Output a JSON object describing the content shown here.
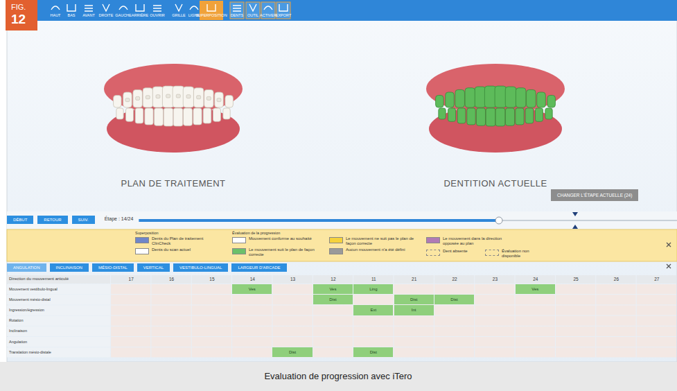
{
  "diagram": {
    "caption": "Evaluation de progression avec iTero",
    "nodes": [
      {
        "text": [
          "CHANGER L'ÉTAPE ACTUELLE (24)"
        ]
      },
      {
        "text": [
          "DÉBUT"
        ]
      },
      {
        "text": [
          "RETOUR"
        ]
      },
      {
        "text": [
          "SUIV."
        ]
      },
      {
        "text": [
          "ANGULATION"
        ]
      },
      {
        "text": [
          "INCLINAISON"
        ]
      },
      {
        "text": [
          "MÉSIO-DISTAL"
        ]
      },
      {
        "text": [
          "VERTICAL"
        ]
      },
      {
        "text": [
          "VESTIBULO-LINGUAL"
        ]
      },
      {
        "text": [
          "LARGEUR D'ARCADE"
        ]
      }
    ],
    "labels": [
      "FIG.",
      "12",
      "HAUT",
      "BAS",
      "AVANT",
      "DROITE",
      "GAUCHE",
      "ARRIÈRE",
      "OUVRIR",
      "GRILLE",
      "LIGNE",
      "SUPERPOSITION",
      "DENTS",
      "OUTIL",
      "ACTIVER",
      "EXPORT",
      "PLAN DE TRAITEMENT",
      "DENTITION ACTUELLE",
      "Étape : 14/24",
      "Superposition",
      "Évaluation de la progression",
      "Direction du mouvement articulé",
      "17",
      "16",
      "15",
      "14",
      "13",
      "12",
      "11",
      "21",
      "22",
      "23",
      "24",
      "25",
      "26",
      "27",
      "Mouvement vestibulo-lingual",
      "Mouvement mésio-distal",
      "Ingression/égression",
      "Rotation",
      "Inclinaison",
      "Angulation",
      "Translation mésio-distale",
      "Ves",
      "Ves",
      "Ling",
      "Ves",
      "Dist",
      "Dist",
      "Dist",
      "Ext",
      "Int",
      "Dist",
      "Dist"
    ],
    "legend": [
      {
        "text": "Dents du Plan de traitement ClinCheck",
        "color": "#6f86c9"
      },
      {
        "text": "Dents du scan actuel",
        "color": "#ffffff"
      },
      {
        "text": "Mouvement conforme au souhaité",
        "color": "#ffffff"
      },
      {
        "text": "Le mouvement suit le plan de façon correcte",
        "color": "#6cc06a"
      },
      {
        "text": "Le mouvement ne suit pas le plan de façon correcte",
        "color": "#f5d23c"
      },
      {
        "text": "Aucun mouvement n'a été défini",
        "color": "#9a9a9a"
      },
      {
        "text": "Le mouvement dans la direction opposée au plan",
        "color": "#b07ab5"
      },
      {
        "text": "Dent absente"
      },
      {
        "text": "Évaluation non disponible"
      }
    ]
  }
}
